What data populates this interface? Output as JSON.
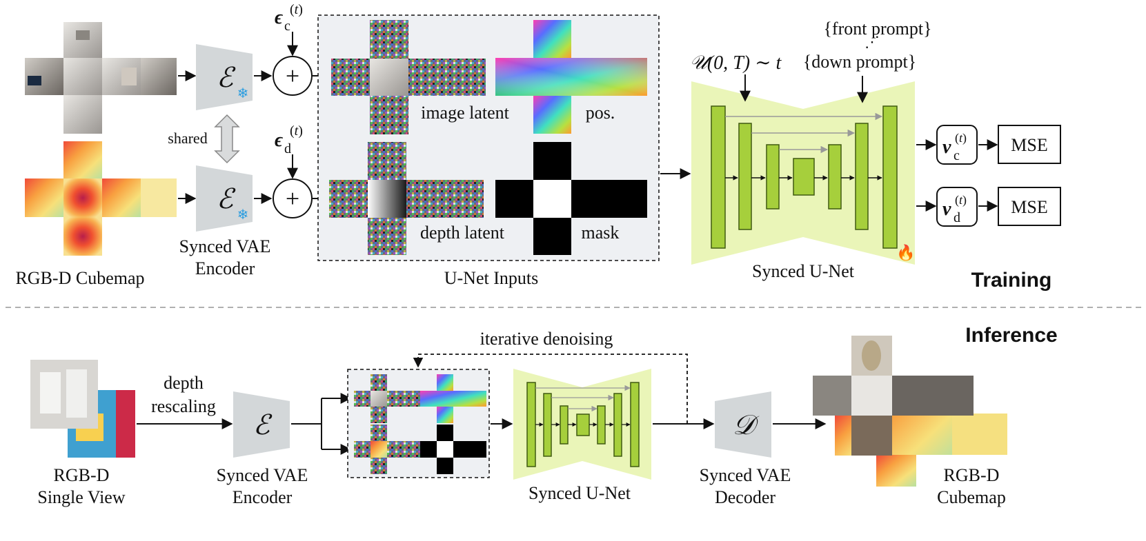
{
  "training": {
    "section_label": "Training",
    "input_label": "RGB-D Cubemap",
    "encoder_label_1": "Synced VAE",
    "encoder_label_2": "Encoder",
    "encoder_symbol": "ℰ",
    "shared_label": "shared",
    "noise_c": "ϵc(t)",
    "noise_d": "ϵd(t)",
    "plus": "+",
    "unet_inputs_label": "U-Net Inputs",
    "image_latent_label": "image latent",
    "pos_label": "pos.",
    "depth_latent_label": "depth latent",
    "mask_label": "mask",
    "timestep_label": "𝒰(0, T) ∼ t",
    "prompt_front": "{front prompt}",
    "prompt_down": "{down prompt}",
    "unet_label": "Synced U-Net",
    "output_c": "vc(t)",
    "output_d": "vd(t)",
    "loss_label": "MSE"
  },
  "inference": {
    "section_label": "Inference",
    "input_label_1": "RGB-D",
    "input_label_2": "Single View",
    "rescale_label_1": "depth",
    "rescale_label_2": "rescaling",
    "encoder_label_1": "Synced VAE",
    "encoder_label_2": "Encoder",
    "encoder_symbol": "ℰ",
    "loop_label": "iterative denoising",
    "unet_label": "Synced U-Net",
    "decoder_label_1": "Synced VAE",
    "decoder_label_2": "Decoder",
    "decoder_symbol": "𝒟",
    "output_label_1": "RGB-D",
    "output_label_2": "Cubemap"
  },
  "colors": {
    "unet_bg": "#eaf5b8",
    "unet_block": "#a6cf3c",
    "unet_block_stroke": "#3f5a10",
    "encoder_fill": "#d3d7d9",
    "inputs_bg": "#eef0f3",
    "snowflake": "#2a9de0",
    "fire": "#f27a1a"
  }
}
